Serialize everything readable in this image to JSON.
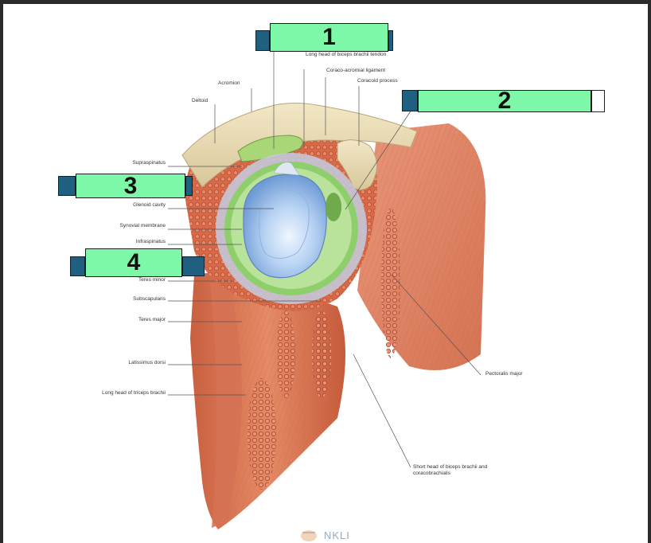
{
  "diagram": {
    "labels": {
      "long_head_biceps": "Long head of biceps brachii tendon",
      "coraco_acromial": "Coraco-acromial ligament",
      "coracoid": "Coracoid process",
      "acromion": "Acromion",
      "deltoid": "Deltoid",
      "supraspinatus": "Supraspinatus",
      "glenoid": "Glenoid cavity",
      "synovial": "Synovial membrane",
      "infraspinatus": "Infraspinatus",
      "teres_minor": "Teres minor",
      "subscapularis": "Subscapularis",
      "teres_major": "Teres major",
      "latissimus": "Latissimus dorsi",
      "long_head_triceps": "Long head of triceps brachii",
      "pectoralis": "Pectoralis major",
      "short_head_biceps": "Short head of biceps brachii and coracobrachialis"
    },
    "answer_boxes": [
      "1",
      "2",
      "3",
      "4"
    ],
    "watermark": "NKLI",
    "colors": {
      "box_fill": "#7df7a8",
      "tab": "#1f5f80",
      "muscle": "#d9714f",
      "cartilage": "#9bd66a",
      "fossa": "#a9c9ee"
    }
  }
}
